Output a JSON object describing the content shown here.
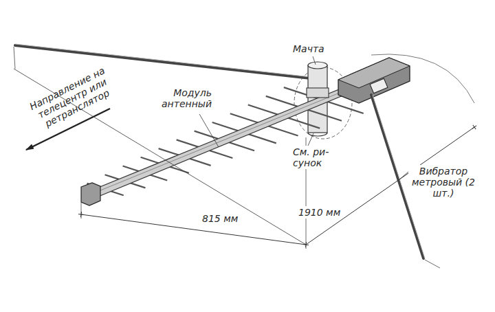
{
  "diagram": {
    "labels": [
      "Направление на телецентр или ретранслятор",
      "Мачта",
      "Модуль антенный",
      "См. ри- сунок",
      "Вибратор метровый (2 шт.)",
      "815 мм",
      "1910 мм"
    ]
  }
}
